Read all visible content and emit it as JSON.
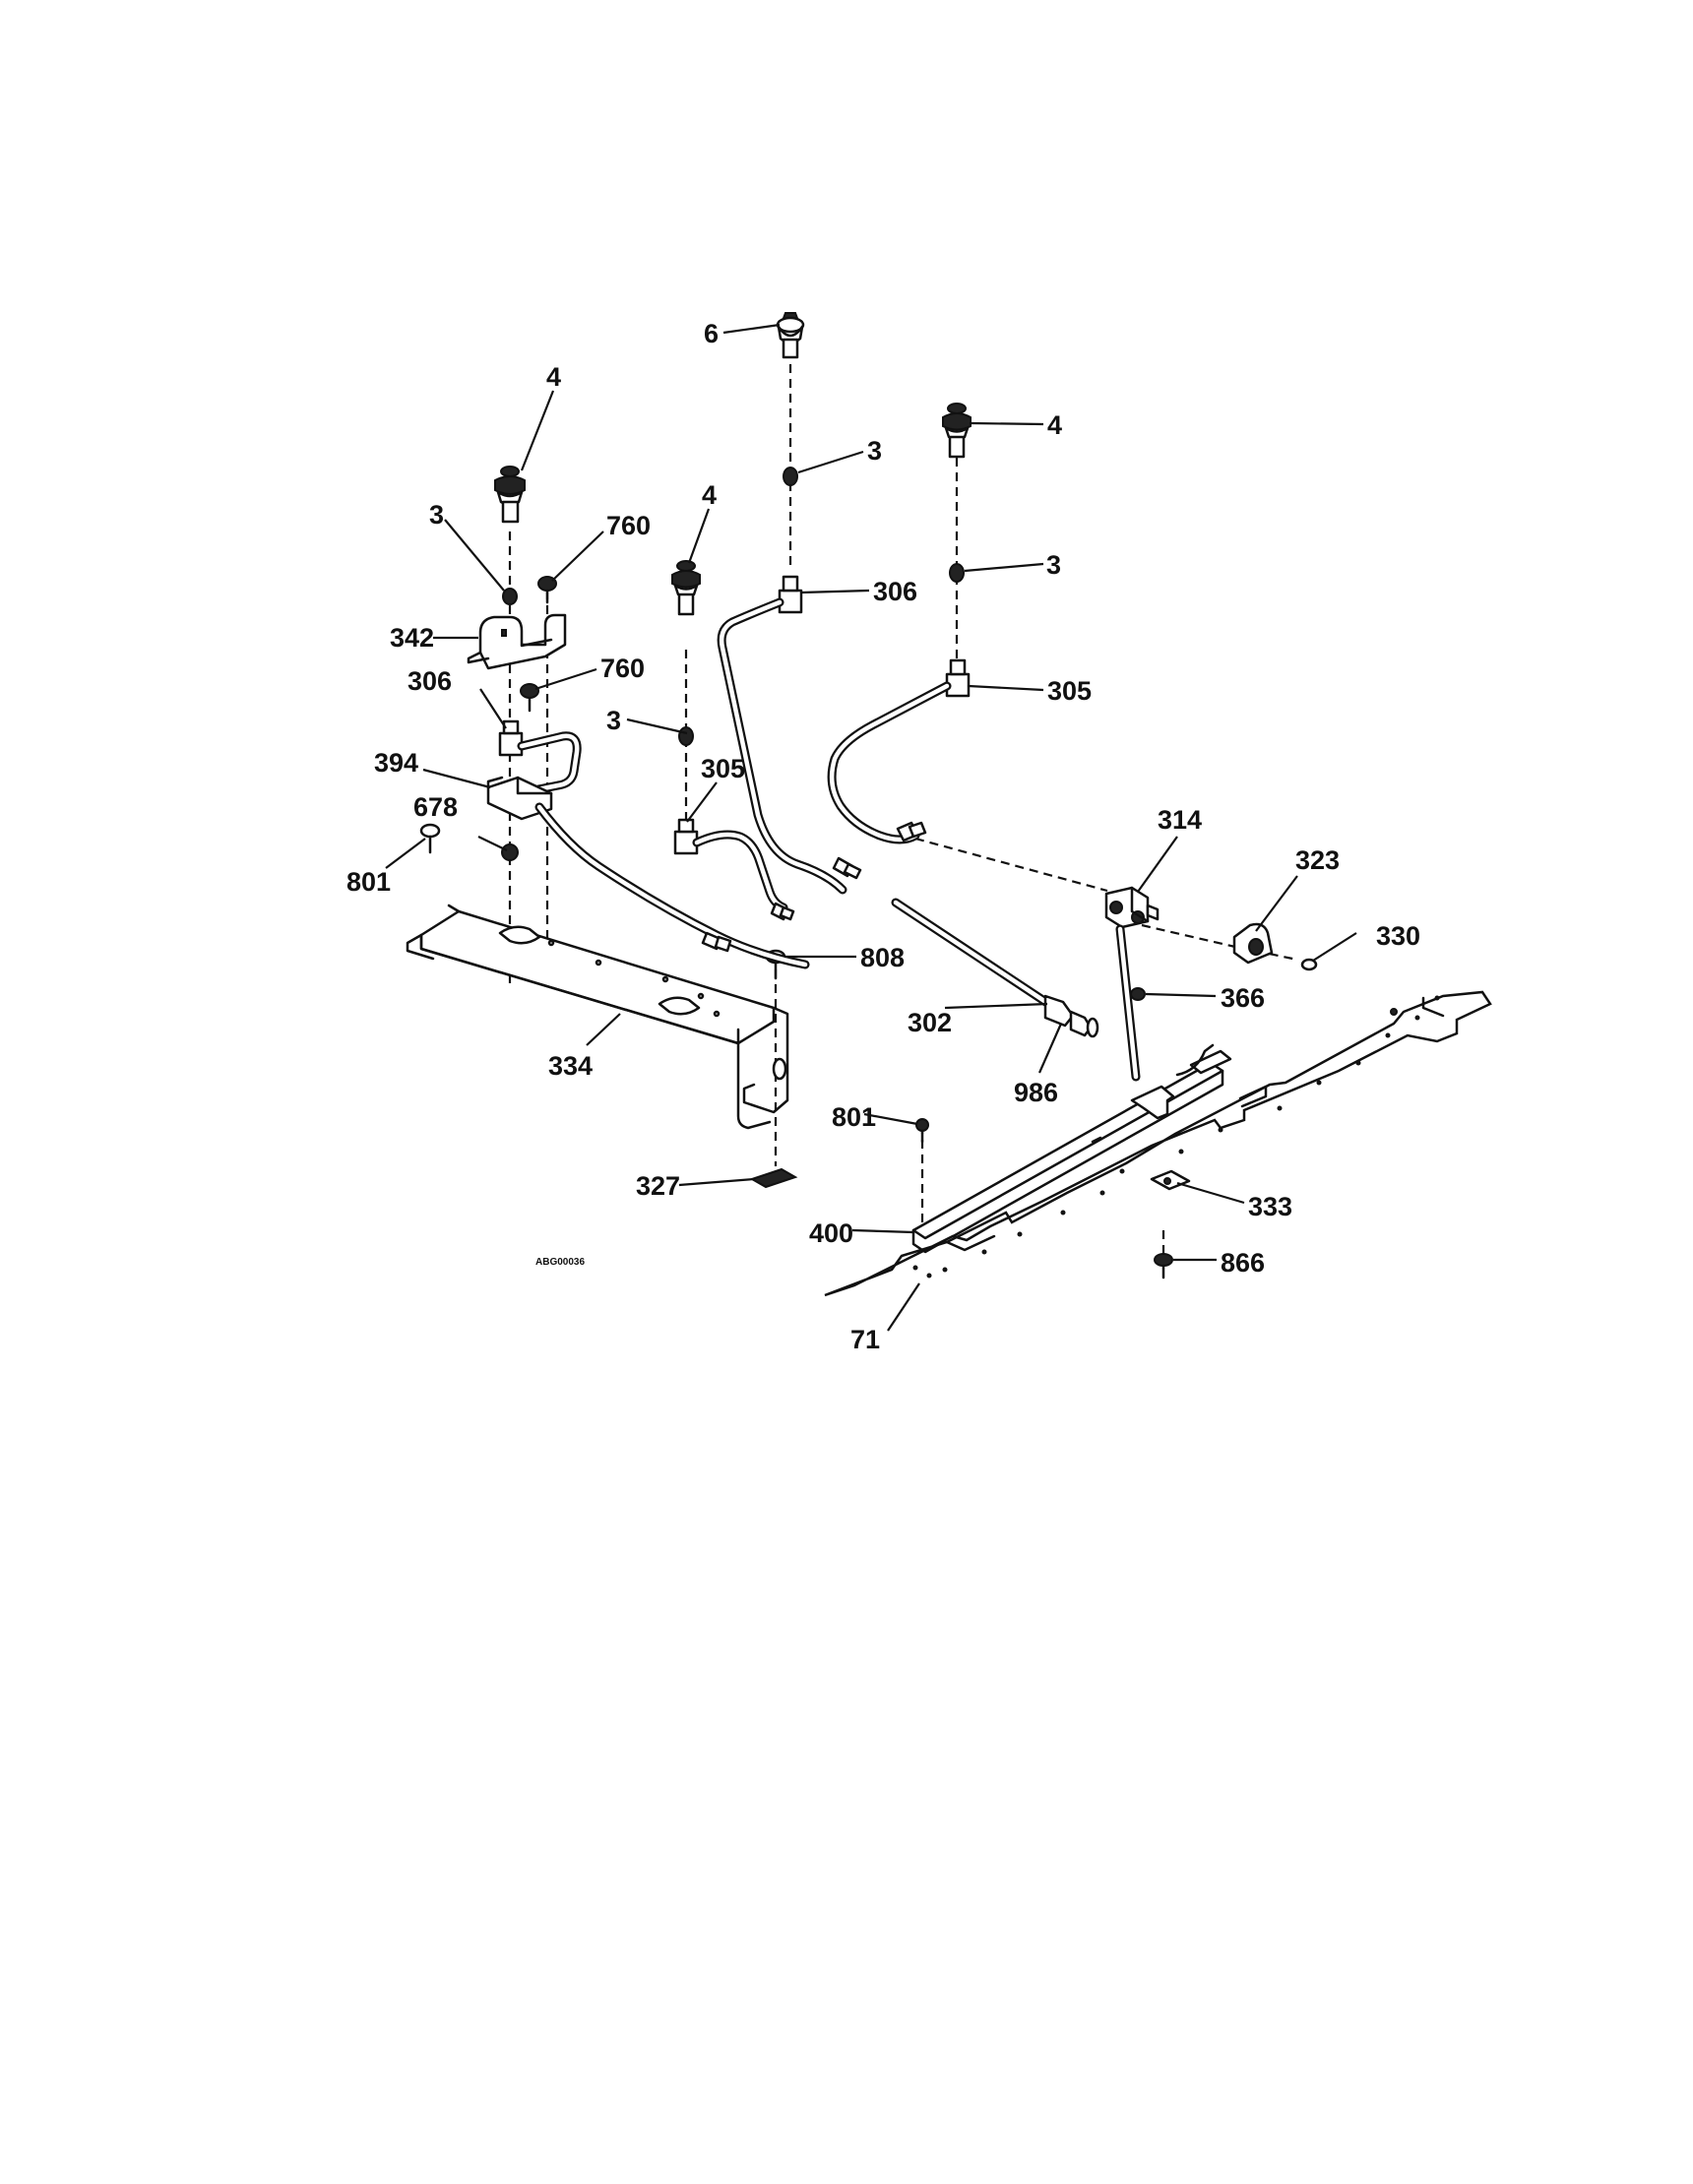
{
  "diagram_code": "ABG00036",
  "callouts": [
    {
      "id": "c-6-top",
      "text": "6"
    },
    {
      "id": "c-4-left",
      "text": "4"
    },
    {
      "id": "c-4-mid",
      "text": "4"
    },
    {
      "id": "c-4-right",
      "text": "4"
    },
    {
      "id": "c-3-a",
      "text": "3"
    },
    {
      "id": "c-3-b",
      "text": "3"
    },
    {
      "id": "c-3-c",
      "text": "3"
    },
    {
      "id": "c-3-d",
      "text": "3"
    },
    {
      "id": "c-760-a",
      "text": "760"
    },
    {
      "id": "c-760-b",
      "text": "760"
    },
    {
      "id": "c-342",
      "text": "342"
    },
    {
      "id": "c-306-a",
      "text": "306"
    },
    {
      "id": "c-306-b",
      "text": "306"
    },
    {
      "id": "c-305-a",
      "text": "305"
    },
    {
      "id": "c-305-b",
      "text": "305"
    },
    {
      "id": "c-394",
      "text": "394"
    },
    {
      "id": "c-678",
      "text": "678"
    },
    {
      "id": "c-801-a",
      "text": "801"
    },
    {
      "id": "c-801-b",
      "text": "801"
    },
    {
      "id": "c-808",
      "text": "808"
    },
    {
      "id": "c-334",
      "text": "334"
    },
    {
      "id": "c-327",
      "text": "327"
    },
    {
      "id": "c-314",
      "text": "314"
    },
    {
      "id": "c-323",
      "text": "323"
    },
    {
      "id": "c-330",
      "text": "330"
    },
    {
      "id": "c-366",
      "text": "366"
    },
    {
      "id": "c-302",
      "text": "302"
    },
    {
      "id": "c-986",
      "text": "986"
    },
    {
      "id": "c-333",
      "text": "333"
    },
    {
      "id": "c-866",
      "text": "866"
    },
    {
      "id": "c-400",
      "text": "400"
    },
    {
      "id": "c-71",
      "text": "71"
    }
  ]
}
